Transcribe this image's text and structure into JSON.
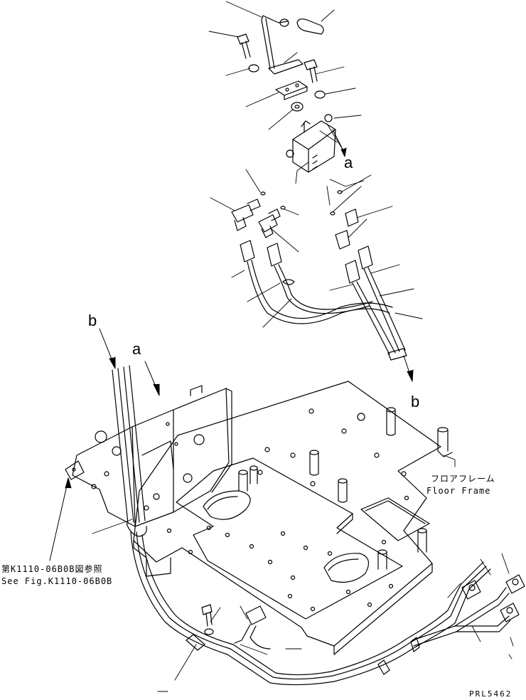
{
  "callouts": {
    "a_upper": "a",
    "a_lower": "a",
    "b_upper": "b",
    "b_lower": "b"
  },
  "floor_frame": {
    "jp": "フロアフレーム",
    "en": "Floor Frame"
  },
  "reference": {
    "jp": "第K1110-06B0B図参照",
    "en": "See Fig.K1110-06B0B"
  },
  "drawing_code": "PRL5462"
}
